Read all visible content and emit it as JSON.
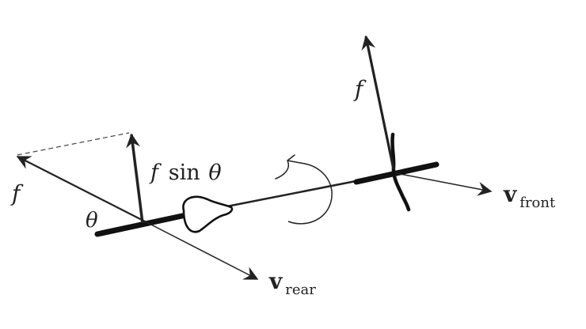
{
  "labels": {
    "front_force": "f",
    "rear_force": "f",
    "sin_func": "sin",
    "theta_symbol": "θ",
    "angle_theta": "θ",
    "v_front_symbol": "v",
    "v_front_sub": "front",
    "v_rear_symbol": "v",
    "v_rear_sub": "rear"
  },
  "colors": {
    "ink": "#222222",
    "background": "#ffffff"
  }
}
